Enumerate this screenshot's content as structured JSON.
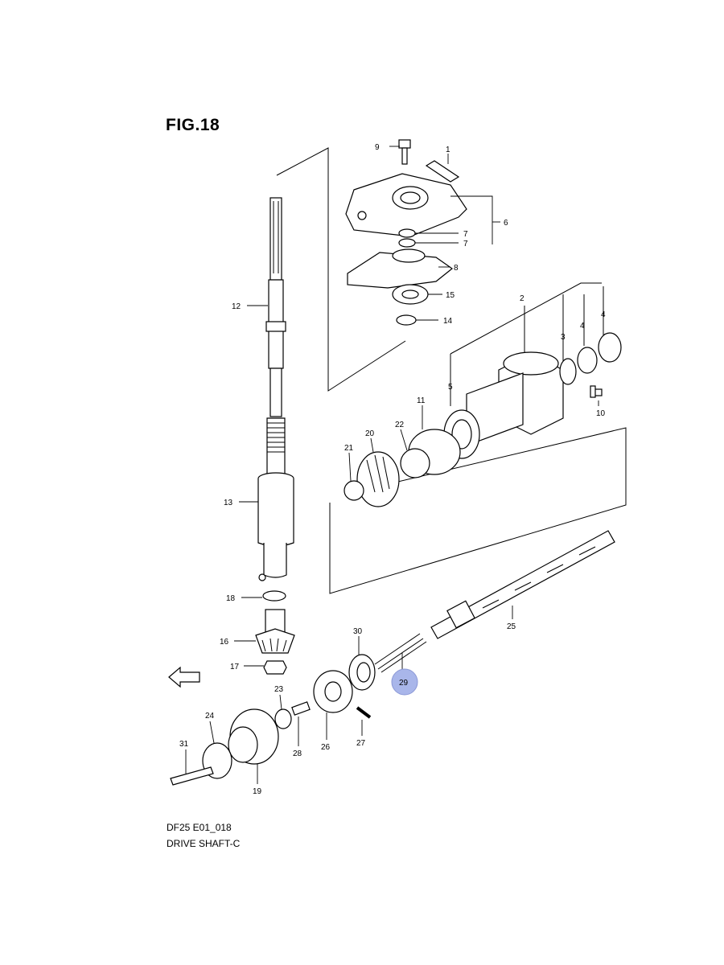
{
  "figure": {
    "title": "FIG.18",
    "code": "DF25 E01_018",
    "name": "DRIVE SHAFT-C",
    "highlight_color": "#a9b6ea",
    "highlighted_part": "29"
  },
  "callouts": [
    "9",
    "1",
    "6",
    "7",
    "7",
    "8",
    "15",
    "14",
    "12",
    "13",
    "18",
    "16",
    "17",
    "2",
    "3",
    "4",
    "4",
    "5",
    "10",
    "11",
    "22",
    "21",
    "20",
    "25",
    "30",
    "29",
    "23",
    "24",
    "31",
    "19",
    "28",
    "26",
    "27"
  ]
}
